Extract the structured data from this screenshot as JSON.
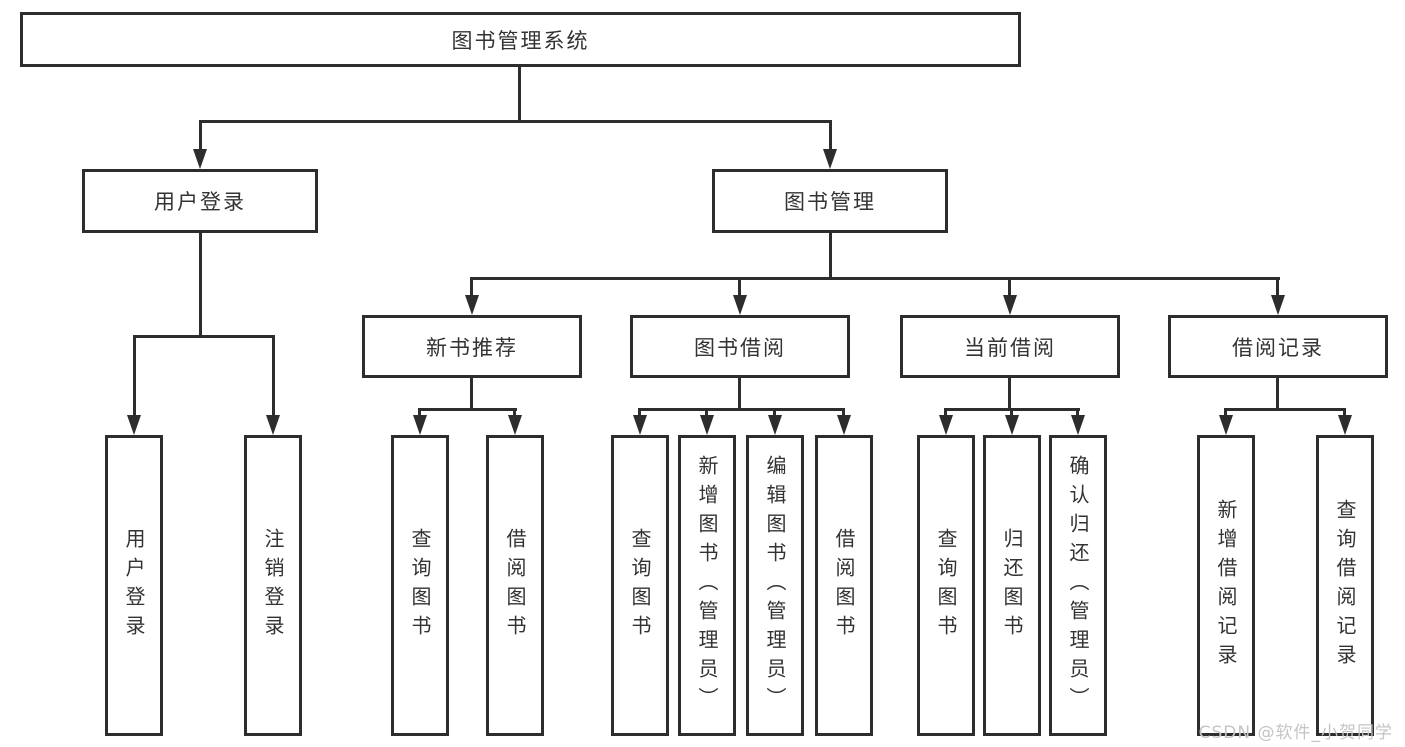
{
  "diagram": {
    "tree": {
      "label": "图书管理系统",
      "children": [
        {
          "label": "用户登录",
          "children": [
            {
              "label": "用户登录"
            },
            {
              "label": "注销登录"
            }
          ]
        },
        {
          "label": "图书管理",
          "children": [
            {
              "label": "新书推荐",
              "children": [
                {
                  "label": "查询图书"
                },
                {
                  "label": "借阅图书"
                }
              ]
            },
            {
              "label": "图书借阅",
              "children": [
                {
                  "label": "查询图书"
                },
                {
                  "label": "新增图书（管理员）"
                },
                {
                  "label": "编辑图书（管理员）"
                },
                {
                  "label": "借阅图书"
                }
              ]
            },
            {
              "label": "当前借阅",
              "children": [
                {
                  "label": "查询图书"
                },
                {
                  "label": "归还图书"
                },
                {
                  "label": "确认归还（管理员）"
                }
              ]
            },
            {
              "label": "借阅记录",
              "children": [
                {
                  "label": "新增借阅记录"
                },
                {
                  "label": "查询借阅记录"
                }
              ]
            }
          ]
        }
      ]
    },
    "colors": {
      "line": "#2d2d2d",
      "text": "#333333",
      "background": "#ffffff",
      "watermark_color": "#c5c5c5"
    },
    "watermark": "CSDN @软件_小贺同学"
  }
}
